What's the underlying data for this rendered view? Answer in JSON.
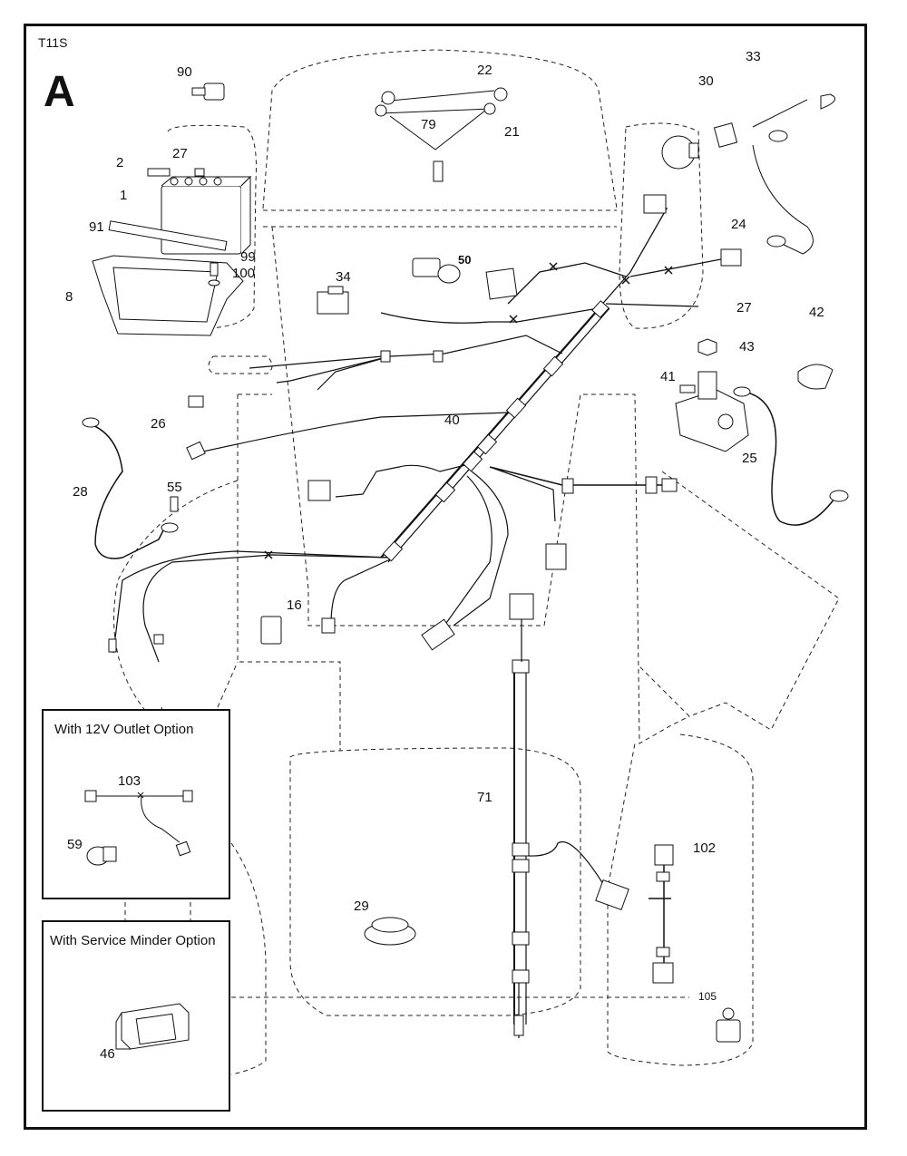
{
  "diagram_code": "T11S",
  "section_letter": "A",
  "parts": {
    "p1": "1",
    "p2": "2",
    "p8": "8",
    "p16": "16",
    "p21": "21",
    "p22": "22",
    "p24": "24",
    "p25": "25",
    "p26": "26",
    "p27a": "27",
    "p27b": "27",
    "p28": "28",
    "p29": "29",
    "p30": "30",
    "p33": "33",
    "p34": "34",
    "p40": "40",
    "p41": "41",
    "p42": "42",
    "p43": "43",
    "p46": "46",
    "p50": "50",
    "p55": "55",
    "p59": "59",
    "p71": "71",
    "p79": "79",
    "p90": "90",
    "p91": "91",
    "p99": "99",
    "p100": "100",
    "p102": "102",
    "p103": "103",
    "p105": "105"
  },
  "options": {
    "outlet_title": "With 12V Outlet Option",
    "minder_title": "With Service Minder Option"
  }
}
